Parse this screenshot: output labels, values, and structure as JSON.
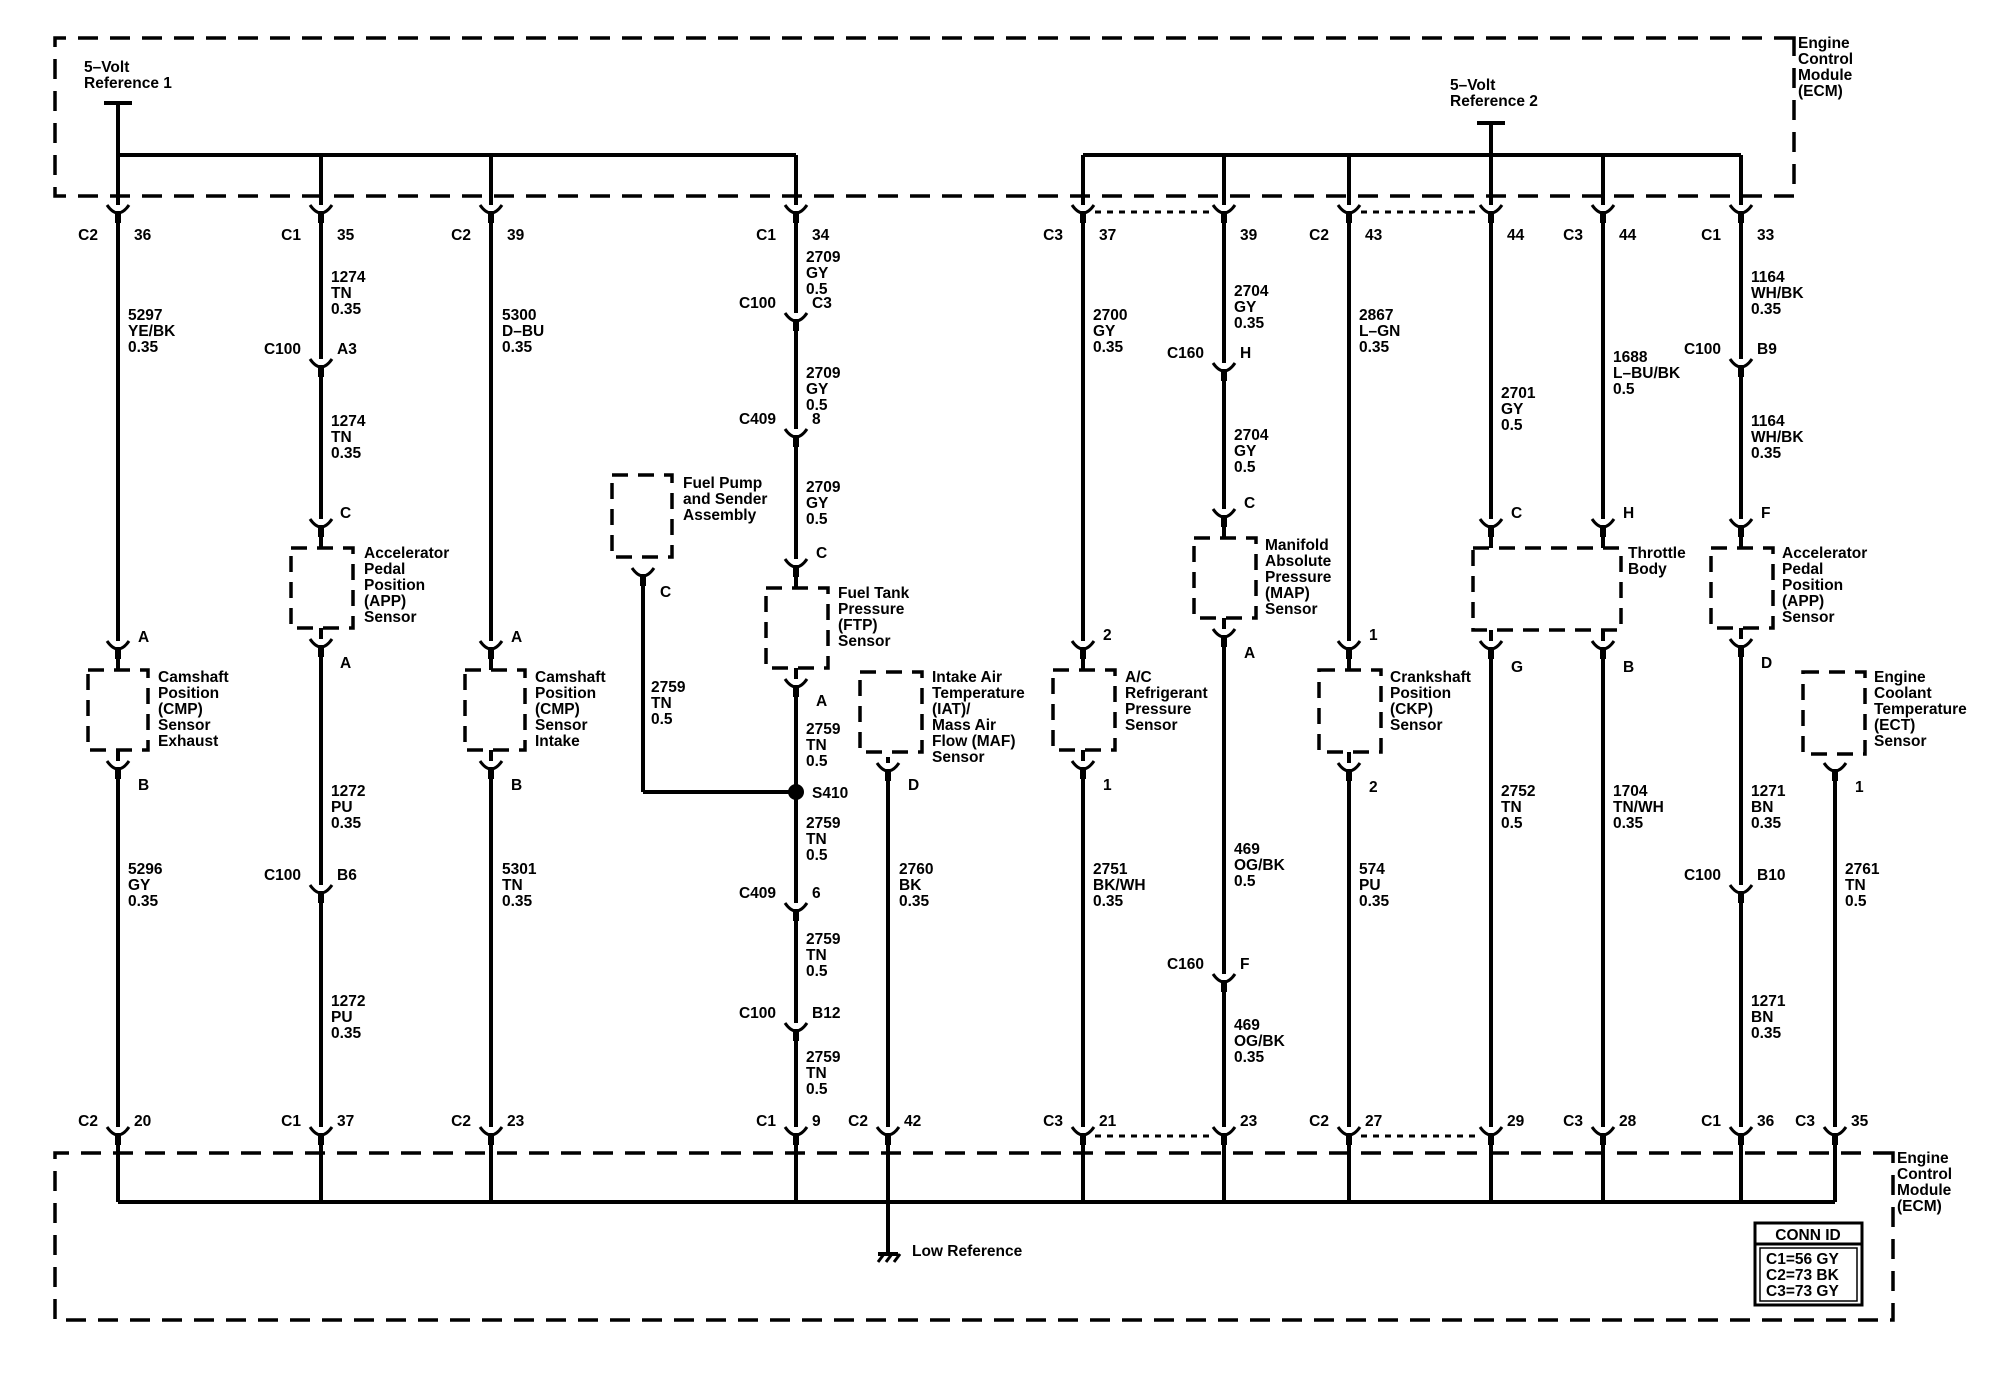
{
  "ecm_label": [
    "Engine",
    "Control",
    "Module",
    "(ECM)"
  ],
  "references": {
    "ref1": [
      "5–Volt",
      "Reference 1"
    ],
    "ref2": [
      "5–Volt",
      "Reference 2"
    ],
    "low_reference": "Low Reference"
  },
  "conn_id": {
    "title": "CONN ID",
    "lines": [
      "C1=56 GY",
      "C2=73 BK",
      "C3=73 GY"
    ]
  },
  "top_connectors": [
    {
      "conn": "C2",
      "pin": "36"
    },
    {
      "conn": "C1",
      "pin": "35"
    },
    {
      "conn": "C2",
      "pin": "39"
    },
    {
      "conn": "C1",
      "pin": "34"
    },
    {
      "conn": "C3",
      "pin": "37"
    },
    {
      "conn": "",
      "pin": "39"
    },
    {
      "conn": "C2",
      "pin": "43"
    },
    {
      "conn": "",
      "pin": "44"
    },
    {
      "conn": "C3",
      "pin": "44"
    },
    {
      "conn": "C1",
      "pin": "33"
    }
  ],
  "bottom_connectors": [
    {
      "conn": "C2",
      "pin": "20"
    },
    {
      "conn": "C1",
      "pin": "37"
    },
    {
      "conn": "C2",
      "pin": "23"
    },
    {
      "conn": "C1",
      "pin": "9"
    },
    {
      "conn": "C2",
      "pin": "42"
    },
    {
      "conn": "C3",
      "pin": "21"
    },
    {
      "conn": "",
      "pin": "23"
    },
    {
      "conn": "C2",
      "pin": "27"
    },
    {
      "conn": "",
      "pin": "29"
    },
    {
      "conn": "C3",
      "pin": "28"
    },
    {
      "conn": "C1",
      "pin": "36"
    },
    {
      "conn": "C3",
      "pin": "35"
    }
  ],
  "inline_connectors": [
    {
      "conn": "C100",
      "pin": "A3"
    },
    {
      "conn": "C100",
      "pin": "B6"
    },
    {
      "conn": "C100",
      "pin": "C3"
    },
    {
      "conn": "C409",
      "pin": "8"
    },
    {
      "conn": "C409",
      "pin": "6"
    },
    {
      "conn": "C100",
      "pin": "B12"
    },
    {
      "conn": "C160",
      "pin": "H"
    },
    {
      "conn": "C160",
      "pin": "F"
    },
    {
      "conn": "C100",
      "pin": "B9"
    },
    {
      "conn": "C100",
      "pin": "B10"
    }
  ],
  "splice": "S410",
  "wire_labels": [
    [
      "5297",
      "YE/BK",
      "0.35"
    ],
    [
      "5296",
      "GY",
      "0.35"
    ],
    [
      "1274",
      "TN",
      "0.35"
    ],
    [
      "1274",
      "TN",
      "0.35"
    ],
    [
      "1272",
      "PU",
      "0.35"
    ],
    [
      "1272",
      "PU",
      "0.35"
    ],
    [
      "5300",
      "D–BU",
      "0.35"
    ],
    [
      "5301",
      "TN",
      "0.35"
    ],
    [
      "2709",
      "GY",
      "0.5"
    ],
    [
      "2709",
      "GY",
      "0.5"
    ],
    [
      "2709",
      "GY",
      "0.5"
    ],
    [
      "2759",
      "TN",
      "0.5"
    ],
    [
      "2759",
      "TN",
      "0.5"
    ],
    [
      "2759",
      "TN",
      "0.5"
    ],
    [
      "2759",
      "TN",
      "0.5"
    ],
    [
      "2759",
      "TN",
      "0.5"
    ],
    [
      "2760",
      "BK",
      "0.35"
    ],
    [
      "2700",
      "GY",
      "0.35"
    ],
    [
      "2751",
      "BK/WH",
      "0.35"
    ],
    [
      "2704",
      "GY",
      "0.35"
    ],
    [
      "2704",
      "GY",
      "0.5"
    ],
    [
      "469",
      "OG/BK",
      "0.5"
    ],
    [
      "469",
      "OG/BK",
      "0.35"
    ],
    [
      "2867",
      "L–GN",
      "0.35"
    ],
    [
      "574",
      "PU",
      "0.35"
    ],
    [
      "2701",
      "GY",
      "0.5"
    ],
    [
      "2752",
      "TN",
      "0.5"
    ],
    [
      "1688",
      "L–BU/BK",
      "0.5"
    ],
    [
      "1704",
      "TN/WH",
      "0.35"
    ],
    [
      "1164",
      "WH/BK",
      "0.35"
    ],
    [
      "1164",
      "WH/BK",
      "0.35"
    ],
    [
      "1271",
      "BN",
      "0.35"
    ],
    [
      "1271",
      "BN",
      "0.35"
    ],
    [
      "2761",
      "TN",
      "0.5"
    ]
  ],
  "components": [
    {
      "name": [
        "Camshaft",
        "Position",
        "(CMP)",
        "Sensor",
        "Exhaust"
      ],
      "pins": [
        "A",
        "B"
      ]
    },
    {
      "name": [
        "Accelerator",
        "Pedal",
        "Position",
        "(APP)",
        "Sensor"
      ],
      "pins": [
        "C",
        "A"
      ]
    },
    {
      "name": [
        "Camshaft",
        "Position",
        "(CMP)",
        "Sensor",
        "Intake"
      ],
      "pins": [
        "A",
        "B"
      ]
    },
    {
      "name": [
        "Fuel Pump",
        "and Sender",
        "Assembly"
      ],
      "pins": [
        "C"
      ]
    },
    {
      "name": [
        "Fuel Tank",
        "Pressure",
        "(FTP)",
        "Sensor"
      ],
      "pins": [
        "C",
        "A"
      ]
    },
    {
      "name": [
        "Intake Air",
        "Temperature",
        "(IAT)/",
        "Mass Air",
        "Flow (MAF)",
        "Sensor"
      ],
      "pins": [
        "D"
      ]
    },
    {
      "name": [
        "A/C",
        "Refrigerant",
        "Pressure",
        "Sensor"
      ],
      "pins": [
        "2",
        "1"
      ]
    },
    {
      "name": [
        "Manifold",
        "Absolute",
        "Pressure",
        "(MAP)",
        "Sensor"
      ],
      "pins": [
        "C",
        "A"
      ]
    },
    {
      "name": [
        "Crankshaft",
        "Position",
        "(CKP)",
        "Sensor"
      ],
      "pins": [
        "1",
        "2"
      ]
    },
    {
      "name": [
        "Throttle",
        "Body"
      ],
      "pins": [
        "C",
        "H",
        "G",
        "B"
      ]
    },
    {
      "name": [
        "Accelerator",
        "Pedal",
        "Position",
        "(APP)",
        "Sensor"
      ],
      "pins": [
        "F",
        "D"
      ]
    },
    {
      "name": [
        "Engine",
        "Coolant",
        "Temperature",
        "(ECT)",
        "Sensor"
      ],
      "pins": [
        "1"
      ]
    }
  ]
}
